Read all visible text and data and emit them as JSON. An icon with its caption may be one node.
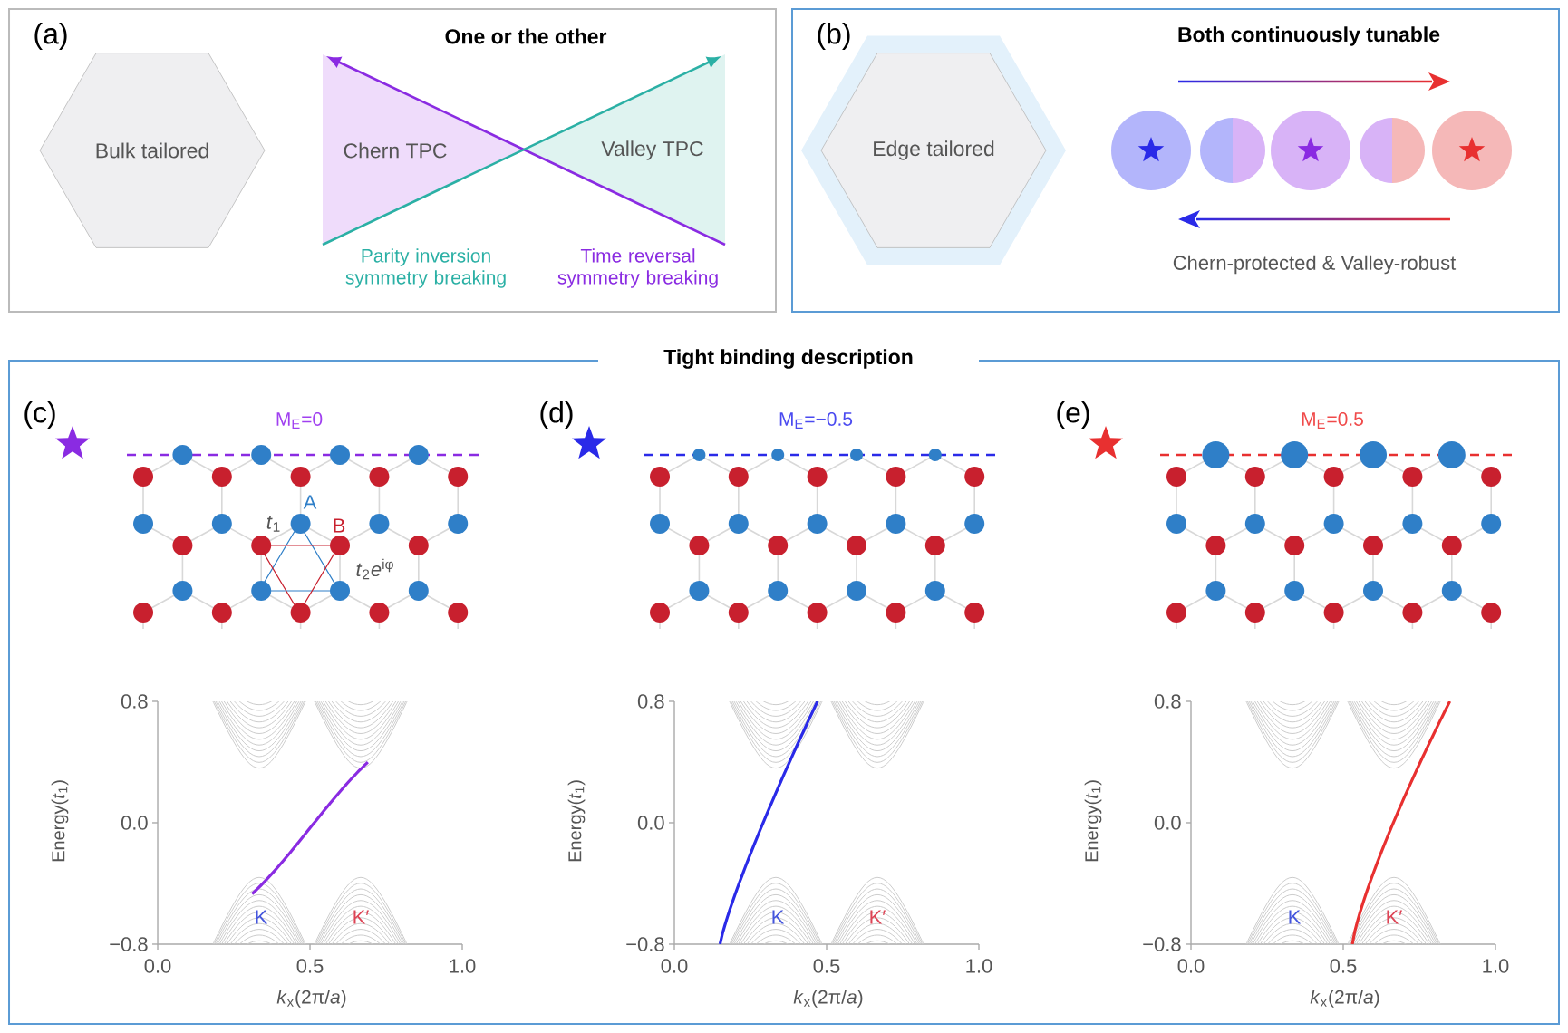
{
  "diagram": {
    "nodes": [
      {
        "text": [
          "Bulk tailored"
        ]
      },
      {
        "text": [
          "Chern TPC"
        ]
      },
      {
        "text": [
          "Valley TPC"
        ]
      },
      {
        "text": [
          "Edge tailored"
        ]
      }
    ],
    "labels": [
      "(a)",
      "One or the other",
      "Parity inversion symmetry breaking",
      "Time reversal symmetry breaking",
      "(b)",
      "Both continuously tunable",
      "Chern-protected & Valley-robust",
      "Tight binding description",
      "(c)",
      "M$_{E}$=0",
      "A",
      "*t*$_{1}$",
      "B",
      "*t*$_{2}$*e*$^{iφ}$",
      "0.8",
      "0.0",
      "−0.8",
      "Energy(*t*$_{1}$)",
      "K",
      "K′",
      "0.0",
      "0.5",
      "1.0",
      "*k*$_{x}$(2π/*a*)",
      "(d)",
      "M$_{E}$=−0.5",
      "0.8",
      "0.0",
      "−0.8",
      "Energy(*t*$_{1}$)",
      "K",
      "K′",
      "0.0",
      "0.5",
      "1.0",
      "*k*$_{x}$(2π/*a*)",
      "(e)",
      "M$_{E}$=0.5",
      "0.8",
      "0.0",
      "−0.8",
      "Energy(*t*$_{1}$)",
      "K",
      "K′",
      "0.0",
      "0.5",
      "1.0",
      "*k*$_{x}$(2π/*a*)"
    ]
  }
}
